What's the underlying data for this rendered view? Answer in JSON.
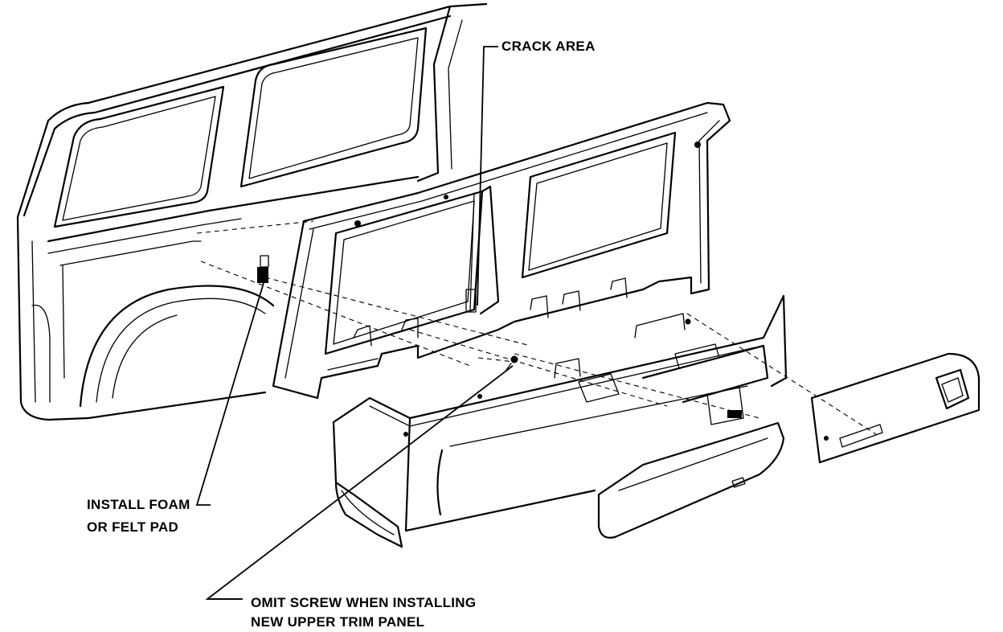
{
  "labels": {
    "crack_area": "CRACK AREA",
    "install_line1": "INSTALL FOAM",
    "install_line2": "OR FELT PAD",
    "omit_line1": "OMIT SCREW WHEN INSTALLING",
    "omit_line2": "NEW UPPER TRIM PANEL"
  }
}
